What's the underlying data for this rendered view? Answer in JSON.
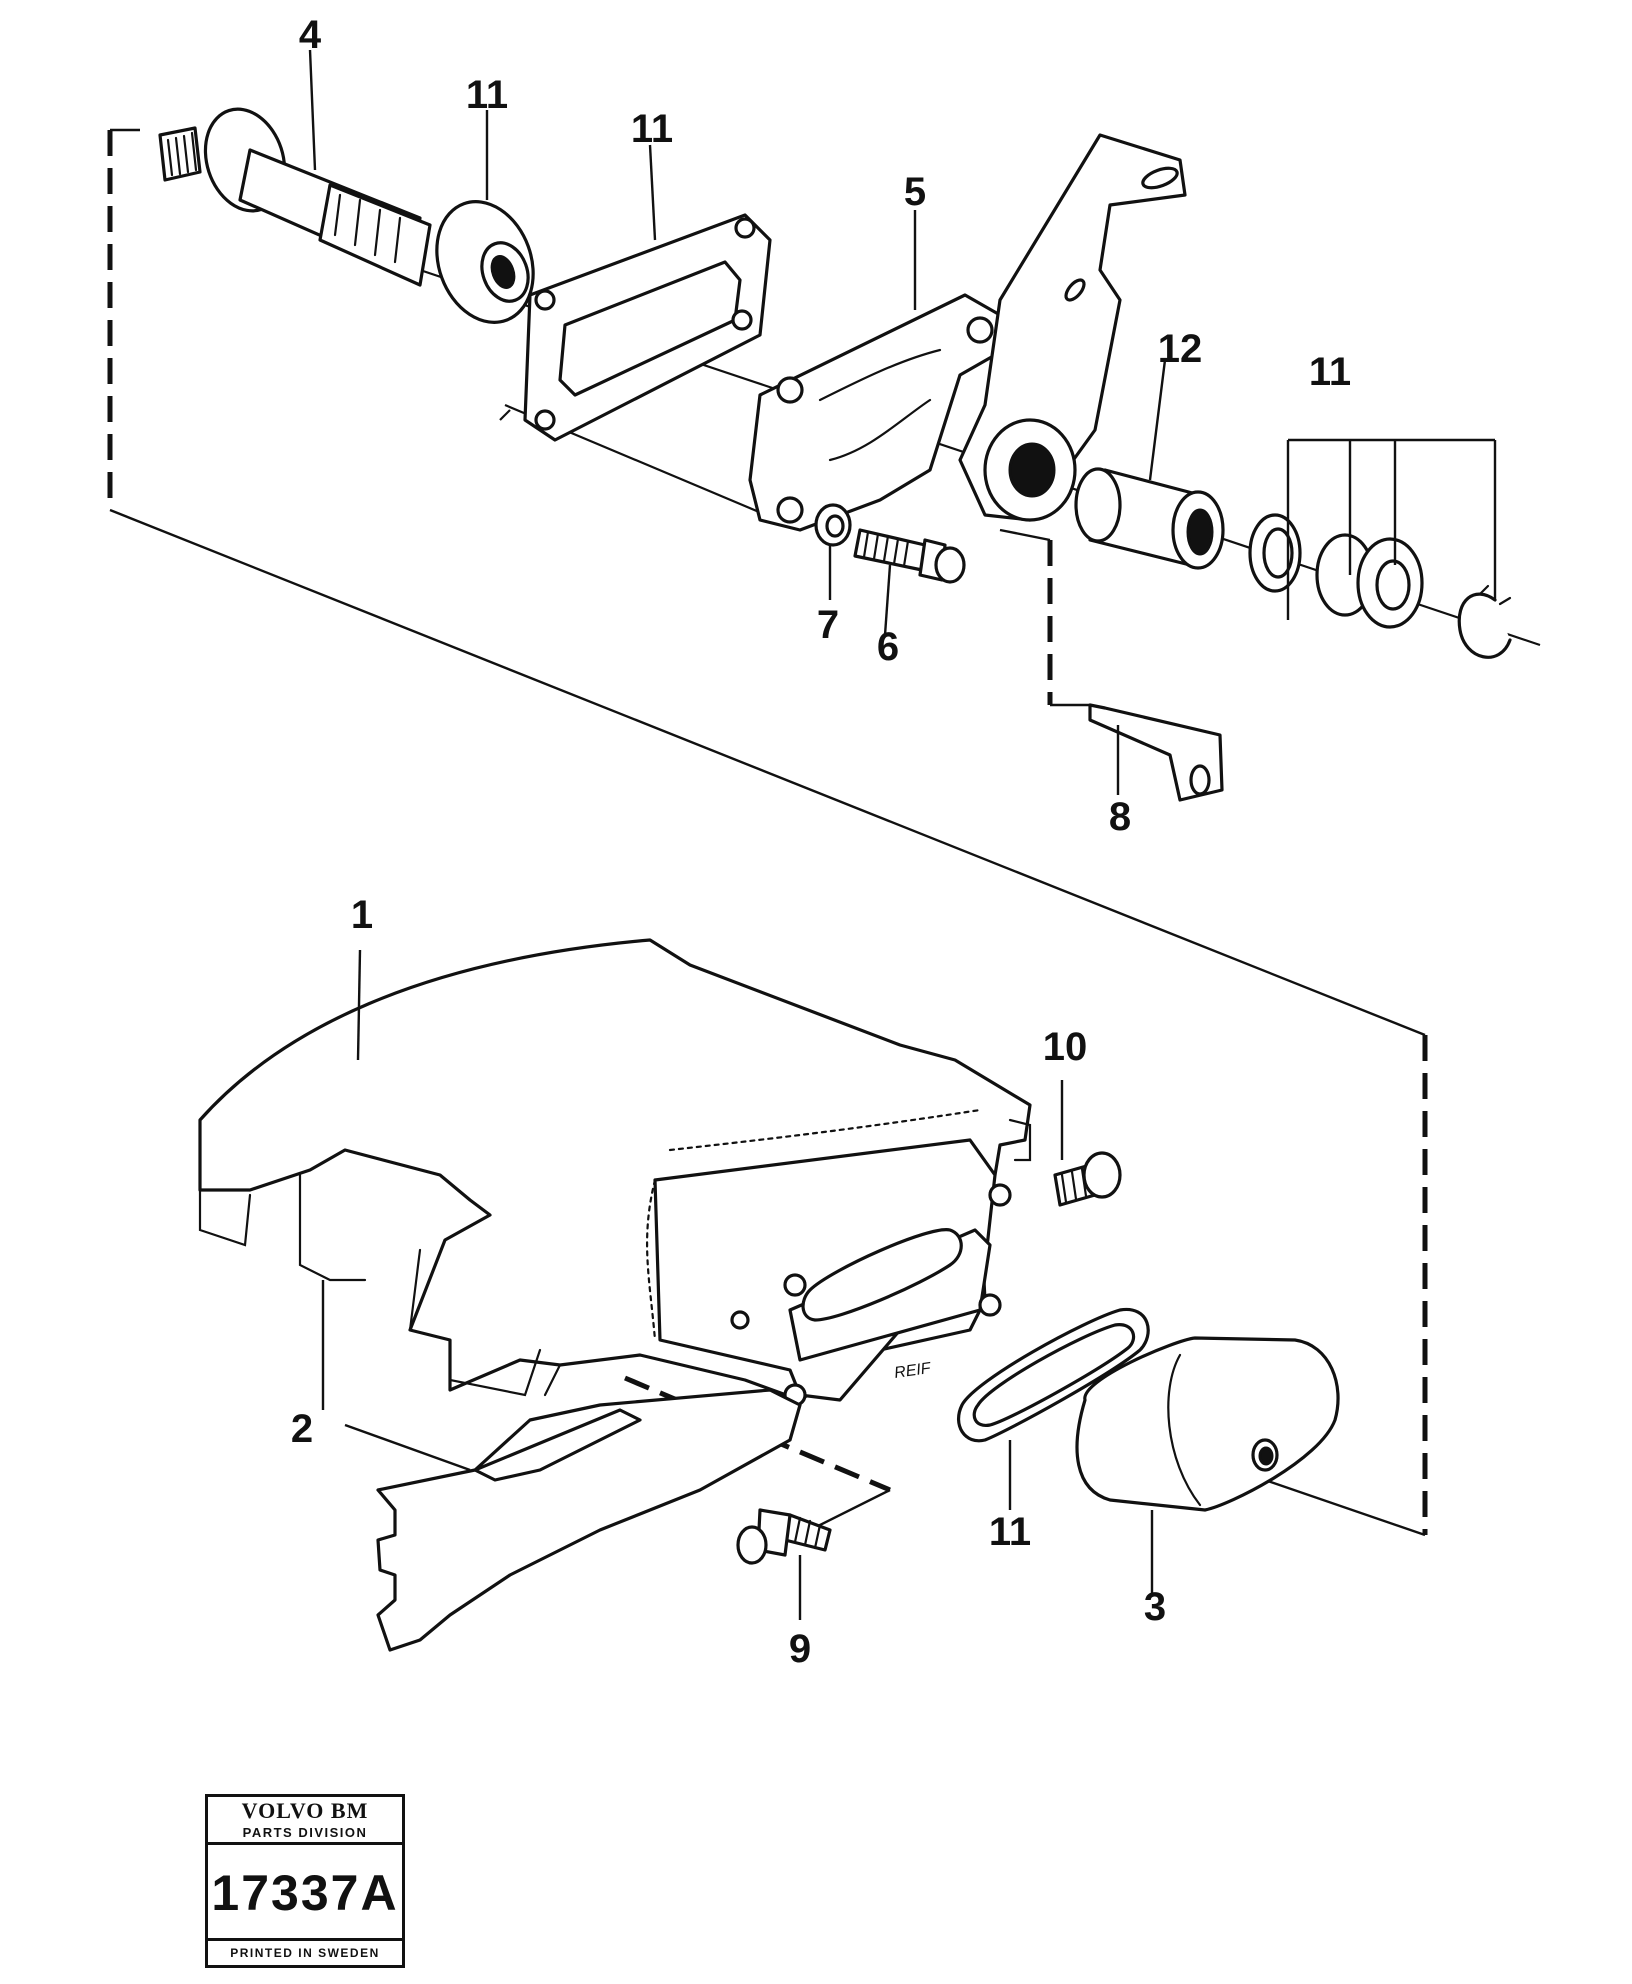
{
  "callouts": {
    "c1": "1",
    "c2": "2",
    "c3": "3",
    "c4": "4",
    "c5": "5",
    "c6": "6",
    "c7": "7",
    "c8": "8",
    "c9": "9",
    "c10": "10",
    "c11a": "11",
    "c11b": "11",
    "c11c": "11",
    "c11d": "11",
    "c12": "12"
  },
  "cast_mark": "REIF",
  "stamp": {
    "brand": "VOLVO BM",
    "division": "PARTS DIVISION",
    "number": "17337A",
    "printed": "PRINTED IN SWEDEN"
  }
}
